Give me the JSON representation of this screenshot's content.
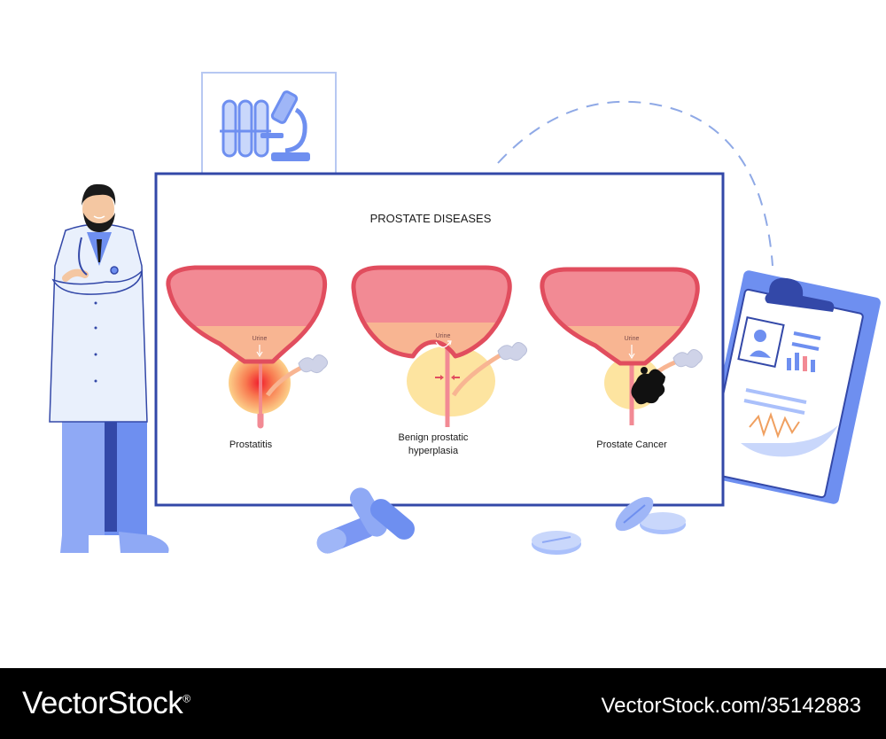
{
  "title": "PROSTATE DISEASES",
  "urine_label": "Urine",
  "panels": [
    {
      "line1": "Prostatitis",
      "line2": ""
    },
    {
      "line1": "Benign prostatic",
      "line2": "hyperplasia"
    },
    {
      "line1": "Prostate Cancer",
      "line2": ""
    }
  ],
  "footer": {
    "brand": "VectorStock",
    "brand_mark": "®",
    "ref": "VectorStock.com/35142883"
  },
  "colors": {
    "frame": "#3348a8",
    "bladder_fill": "#f28a94",
    "bladder_stroke": "#e14d5e",
    "urine": "#f8b592",
    "prostate": "#fde4a0",
    "accent_blue": "#6e8ff0",
    "light_blue": "#aac0fb"
  }
}
